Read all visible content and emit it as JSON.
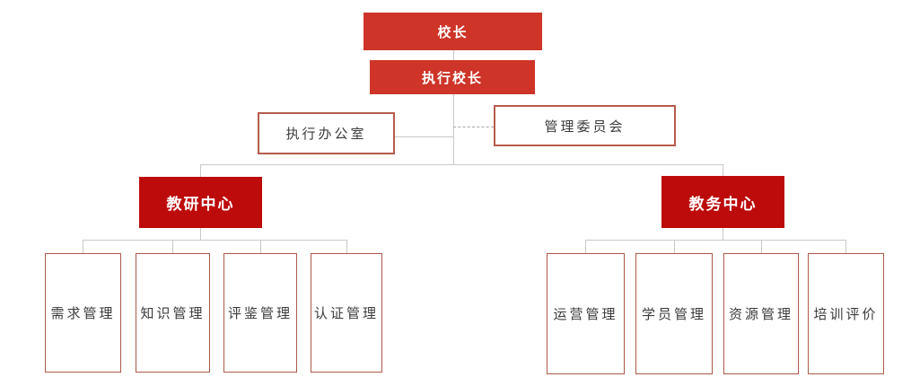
{
  "org_chart": {
    "type": "org-tree",
    "root": {
      "label": "校长"
    },
    "deputy": {
      "label": "执行校长"
    },
    "staff_nodes": [
      {
        "label": "执行办公室",
        "connector": "solid"
      },
      {
        "label": "管理委员会",
        "connector": "dashed"
      }
    ],
    "centers": [
      {
        "label": "教研中心",
        "children": [
          "需求管理",
          "知识管理",
          "评鉴管理",
          "认证管理"
        ]
      },
      {
        "label": "教务中心",
        "children": [
          "运营管理",
          "学员管理",
          "资源管理",
          "培训评价"
        ]
      }
    ],
    "colors": {
      "top_box_red": "#ce3428",
      "center_box_red": "#bd0a0a",
      "outline_border_red": "#b75b4c",
      "leaf_border_red": "#ad5948",
      "connector_gray": "#c9c9c9",
      "text_dark": "#3b3b3b",
      "text_white": "#ffffff",
      "background": "#ffffff"
    }
  }
}
